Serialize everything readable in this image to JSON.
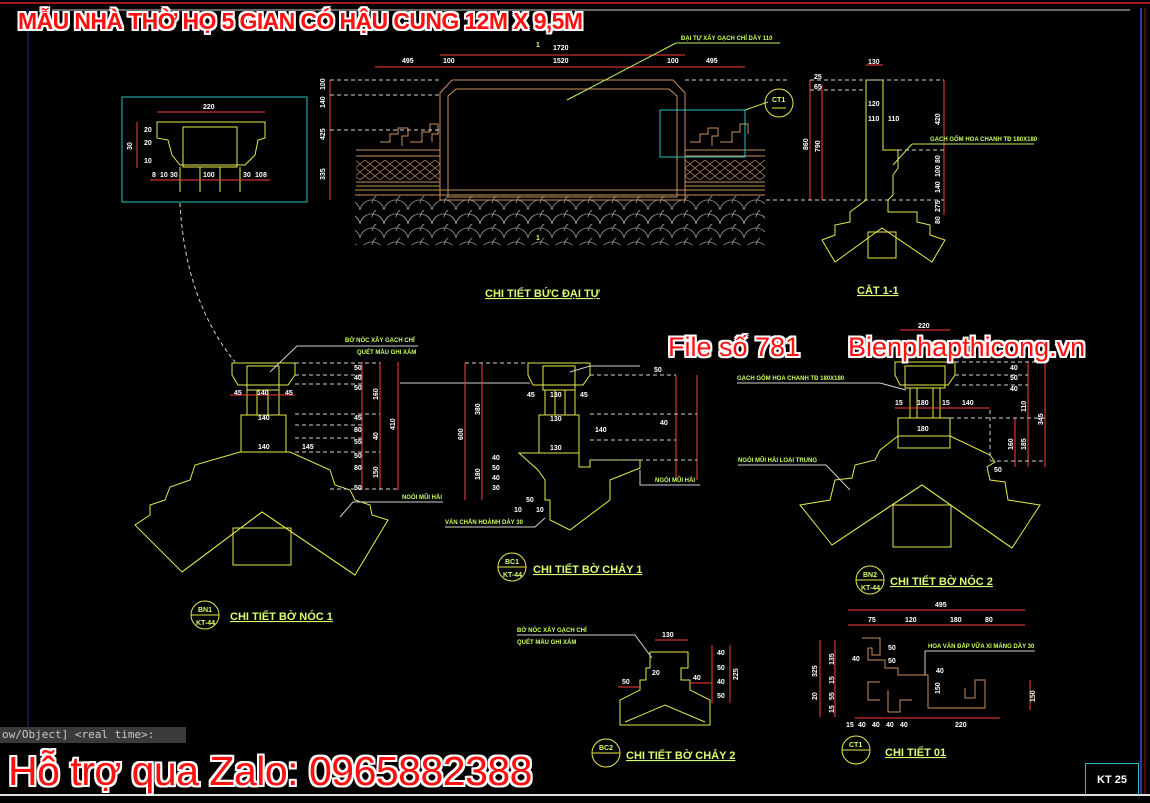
{
  "title": "MẪU NHÀ THỜ HỌ 5 GIAN CÓ HẬU CUNG 12M X 9,5M",
  "watermark": {
    "file_label": "File số 781",
    "site": "Bienphapthicong.vn"
  },
  "support_banner": "Hỗ trợ qua Zalo: 0965882388",
  "command_line": "ow/Object] <real time>:",
  "sheet_number": "KT 25",
  "colors": {
    "background": "#000000",
    "geometry": "#e6e84a",
    "dimension": "#ff3a3a",
    "annotation": "#c8ff60",
    "callout_box": "#2fbfbf",
    "watermark": "#ff1010"
  },
  "details": {
    "dai_tu": {
      "label": "CHI TIẾT BỨC ĐẠI TỰ",
      "section_mark": "1",
      "annotation": "ĐẠI TỰ XÂY GẠCH CHỈ DÀY 110",
      "dims": [
        "1720",
        "495",
        "100",
        "1520",
        "100",
        "495",
        "100",
        "140",
        "425",
        "335"
      ],
      "inset_dims": [
        "220",
        "30",
        "20",
        "20",
        "10",
        "8",
        "10",
        "30",
        "100",
        "30",
        "10",
        "8"
      ]
    },
    "cat_1_1": {
      "label": "CẮT 1-1",
      "annotation": "GẠCH GỐM HOA CHANH TĐ 180X180",
      "dims": [
        "130",
        "25",
        "65",
        "120",
        "110",
        "110",
        "420",
        "860",
        "790",
        "80",
        "100",
        "140",
        "275",
        "80"
      ]
    },
    "ct1_callout": {
      "code": "CT1"
    },
    "bn1": {
      "label": "CHI TIẾT BỜ NÓC 1",
      "code_top": "BN1",
      "code_bottom": "KT-44",
      "annotations": [
        "BỜ NÓC XÂY GẠCH CHỈ",
        "QUÉT MẦU GHI XÁM",
        "NGÓI MŨI HÀI"
      ],
      "dims": [
        "45",
        "140",
        "45",
        "140",
        "140",
        "145",
        "50",
        "40",
        "50",
        "45",
        "160",
        "80",
        "55",
        "80",
        "50",
        "40",
        "150",
        "50",
        "410"
      ]
    },
    "bc1": {
      "label": "CHI TIẾT BỜ CHẢY 1",
      "code_top": "BC1",
      "code_bottom": "KT-44",
      "annotations": [
        "VÁN CHẮN HOÀNH DÀY 30",
        "NGÓI MŨI HÀI"
      ],
      "dims": [
        "45",
        "130",
        "45",
        "130",
        "130",
        "140",
        "380",
        "600",
        "180",
        "40",
        "50",
        "40",
        "30",
        "50",
        "10",
        "10",
        "50",
        "40"
      ]
    },
    "bn2": {
      "label": "CHI TIẾT BỜ NÓC 2",
      "code_top": "BN2",
      "code_bottom": "KT-44",
      "annotations": [
        "GẠCH GỐM HOA CHANH TĐ 180X180",
        "NGÓI MŨI HÀI LOẠI TRUNG"
      ],
      "dims": [
        "220",
        "15",
        "180",
        "15",
        "140",
        "180",
        "40",
        "50",
        "40",
        "110",
        "160",
        "185",
        "345",
        "50"
      ]
    },
    "bc2": {
      "label": "CHI TIẾT BỜ CHẢY 2",
      "code_top": "BC2",
      "code_bottom": "",
      "annotations": [
        "BỜ NÓC XÂY GẠCH CHỈ",
        "QUÉT MẦU GHI XÁM"
      ],
      "dims": [
        "130",
        "20",
        "50",
        "40",
        "40",
        "50",
        "40",
        "50",
        "225"
      ]
    },
    "ct1": {
      "label": "CHI TIẾT 01",
      "code_top": "CT1",
      "code_bottom": "",
      "annotation": "HOA VĂN ĐẮP VỮA XI MĂNG DÀY 30",
      "dims": [
        "495",
        "75",
        "120",
        "180",
        "80",
        "135",
        "15",
        "55",
        "15",
        "20",
        "50",
        "50",
        "40",
        "150",
        "40",
        "325",
        "15",
        "40",
        "40",
        "40",
        "40",
        "220"
      ]
    }
  }
}
